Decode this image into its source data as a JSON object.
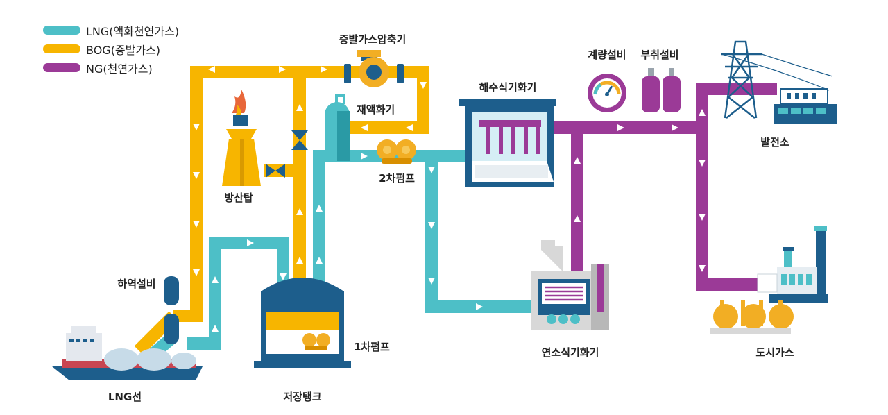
{
  "legend": [
    {
      "label": "LNG(액화천연가스)",
      "color": "#4dbfc7"
    },
    {
      "label": "BOG(증발가스)",
      "color": "#f7b500"
    },
    {
      "label": "NG(천연가스)",
      "color": "#9b3a97"
    }
  ],
  "labels": {
    "compressor": "증발가스압축기",
    "reliquefier": "재액화기",
    "flare": "방산탑",
    "pump2": "2차펌프",
    "seawater_vaporizer": "해수식기화기",
    "metering": "계량설비",
    "odorant": "부취설비",
    "power_plant": "발전소",
    "unloading": "하역설비",
    "pump1": "1차펌프",
    "lng_ship": "LNG선",
    "storage_tank": "저장탱크",
    "combustion_vaporizer": "연소식기화기",
    "city_gas": "도시가스"
  },
  "colors": {
    "lng": "#4dbfc7",
    "bog": "#f7b500",
    "ng": "#9b3a97",
    "equipment_dark": "#1d5e8c",
    "gold": "#f2ae24"
  }
}
